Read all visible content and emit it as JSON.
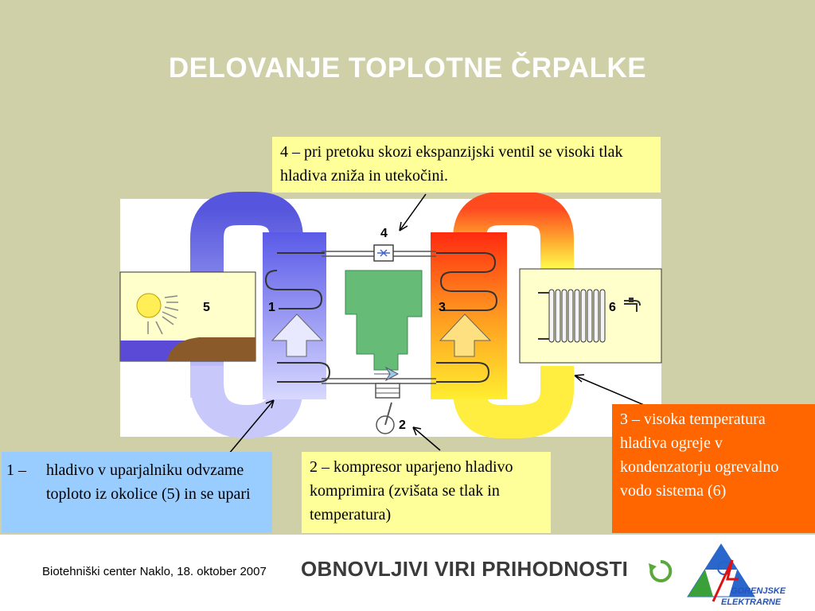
{
  "title": "DELOVANJE TOPLOTNE ČRPALKE",
  "diagram_labels": {
    "n1": "1",
    "n2": "2",
    "n3": "3",
    "n4": "4",
    "n5": "5",
    "n6": "6"
  },
  "callouts": {
    "box4": "4 – pri pretoku skozi ekspanzijski ventil se visoki tlak hladiva zniža in utekočini.",
    "box1_num": "1 –",
    "box1": "hladivo v uparjalniku odvzame toploto iz okolice (5) in se upari",
    "box2": "2 – kompresor uparjeno hladivo komprimira (zvišata se tlak in temperatura)",
    "box3": "3 – visoka temperatura hladiva ogreje v kondenzatorju ogrevalno vodo sistema (6)"
  },
  "footer": {
    "text": "Biotehniški center Naklo, 18. oktober 2007",
    "brand": "OBNOVLJIVI VIRI PRIHODNOSTI",
    "logo_line1": "GORENJSKE",
    "logo_line2": "ELEKTRARNE"
  },
  "colors": {
    "background": "#cfcfa8",
    "callout_yellow": "#ffff99",
    "callout_blue": "#99ccff",
    "callout_orange": "#ff6600",
    "cold_loop": "#6a6ae0",
    "hot_loop": "#ff5a30",
    "compressor_green": "#66bb77"
  }
}
